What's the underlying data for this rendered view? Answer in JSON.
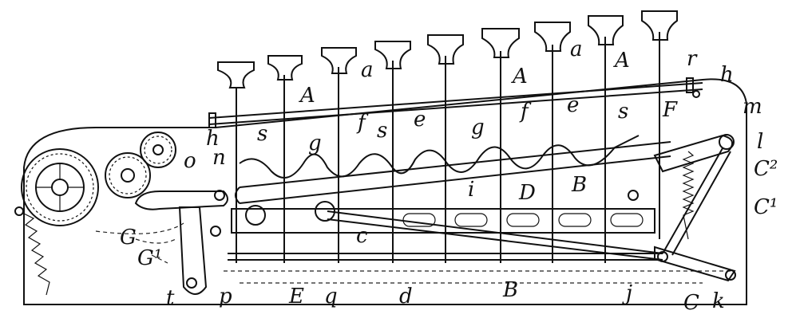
{
  "figure": {
    "labels": {
      "A": "A",
      "a": "a",
      "r": "r",
      "h": "h",
      "m": "m",
      "F": "F",
      "l": "l",
      "C2": "C²",
      "C1": "C¹",
      "s": "s",
      "g": "g",
      "f": "f",
      "e": "e",
      "o": "o",
      "n": "n",
      "G": "G",
      "G1": "G¹",
      "t": "t",
      "p": "p",
      "E": "E",
      "q": "q",
      "d": "d",
      "B": "B",
      "i": "i",
      "D": "D",
      "c": "c",
      "j": "j",
      "C": "C",
      "k": "k"
    }
  }
}
